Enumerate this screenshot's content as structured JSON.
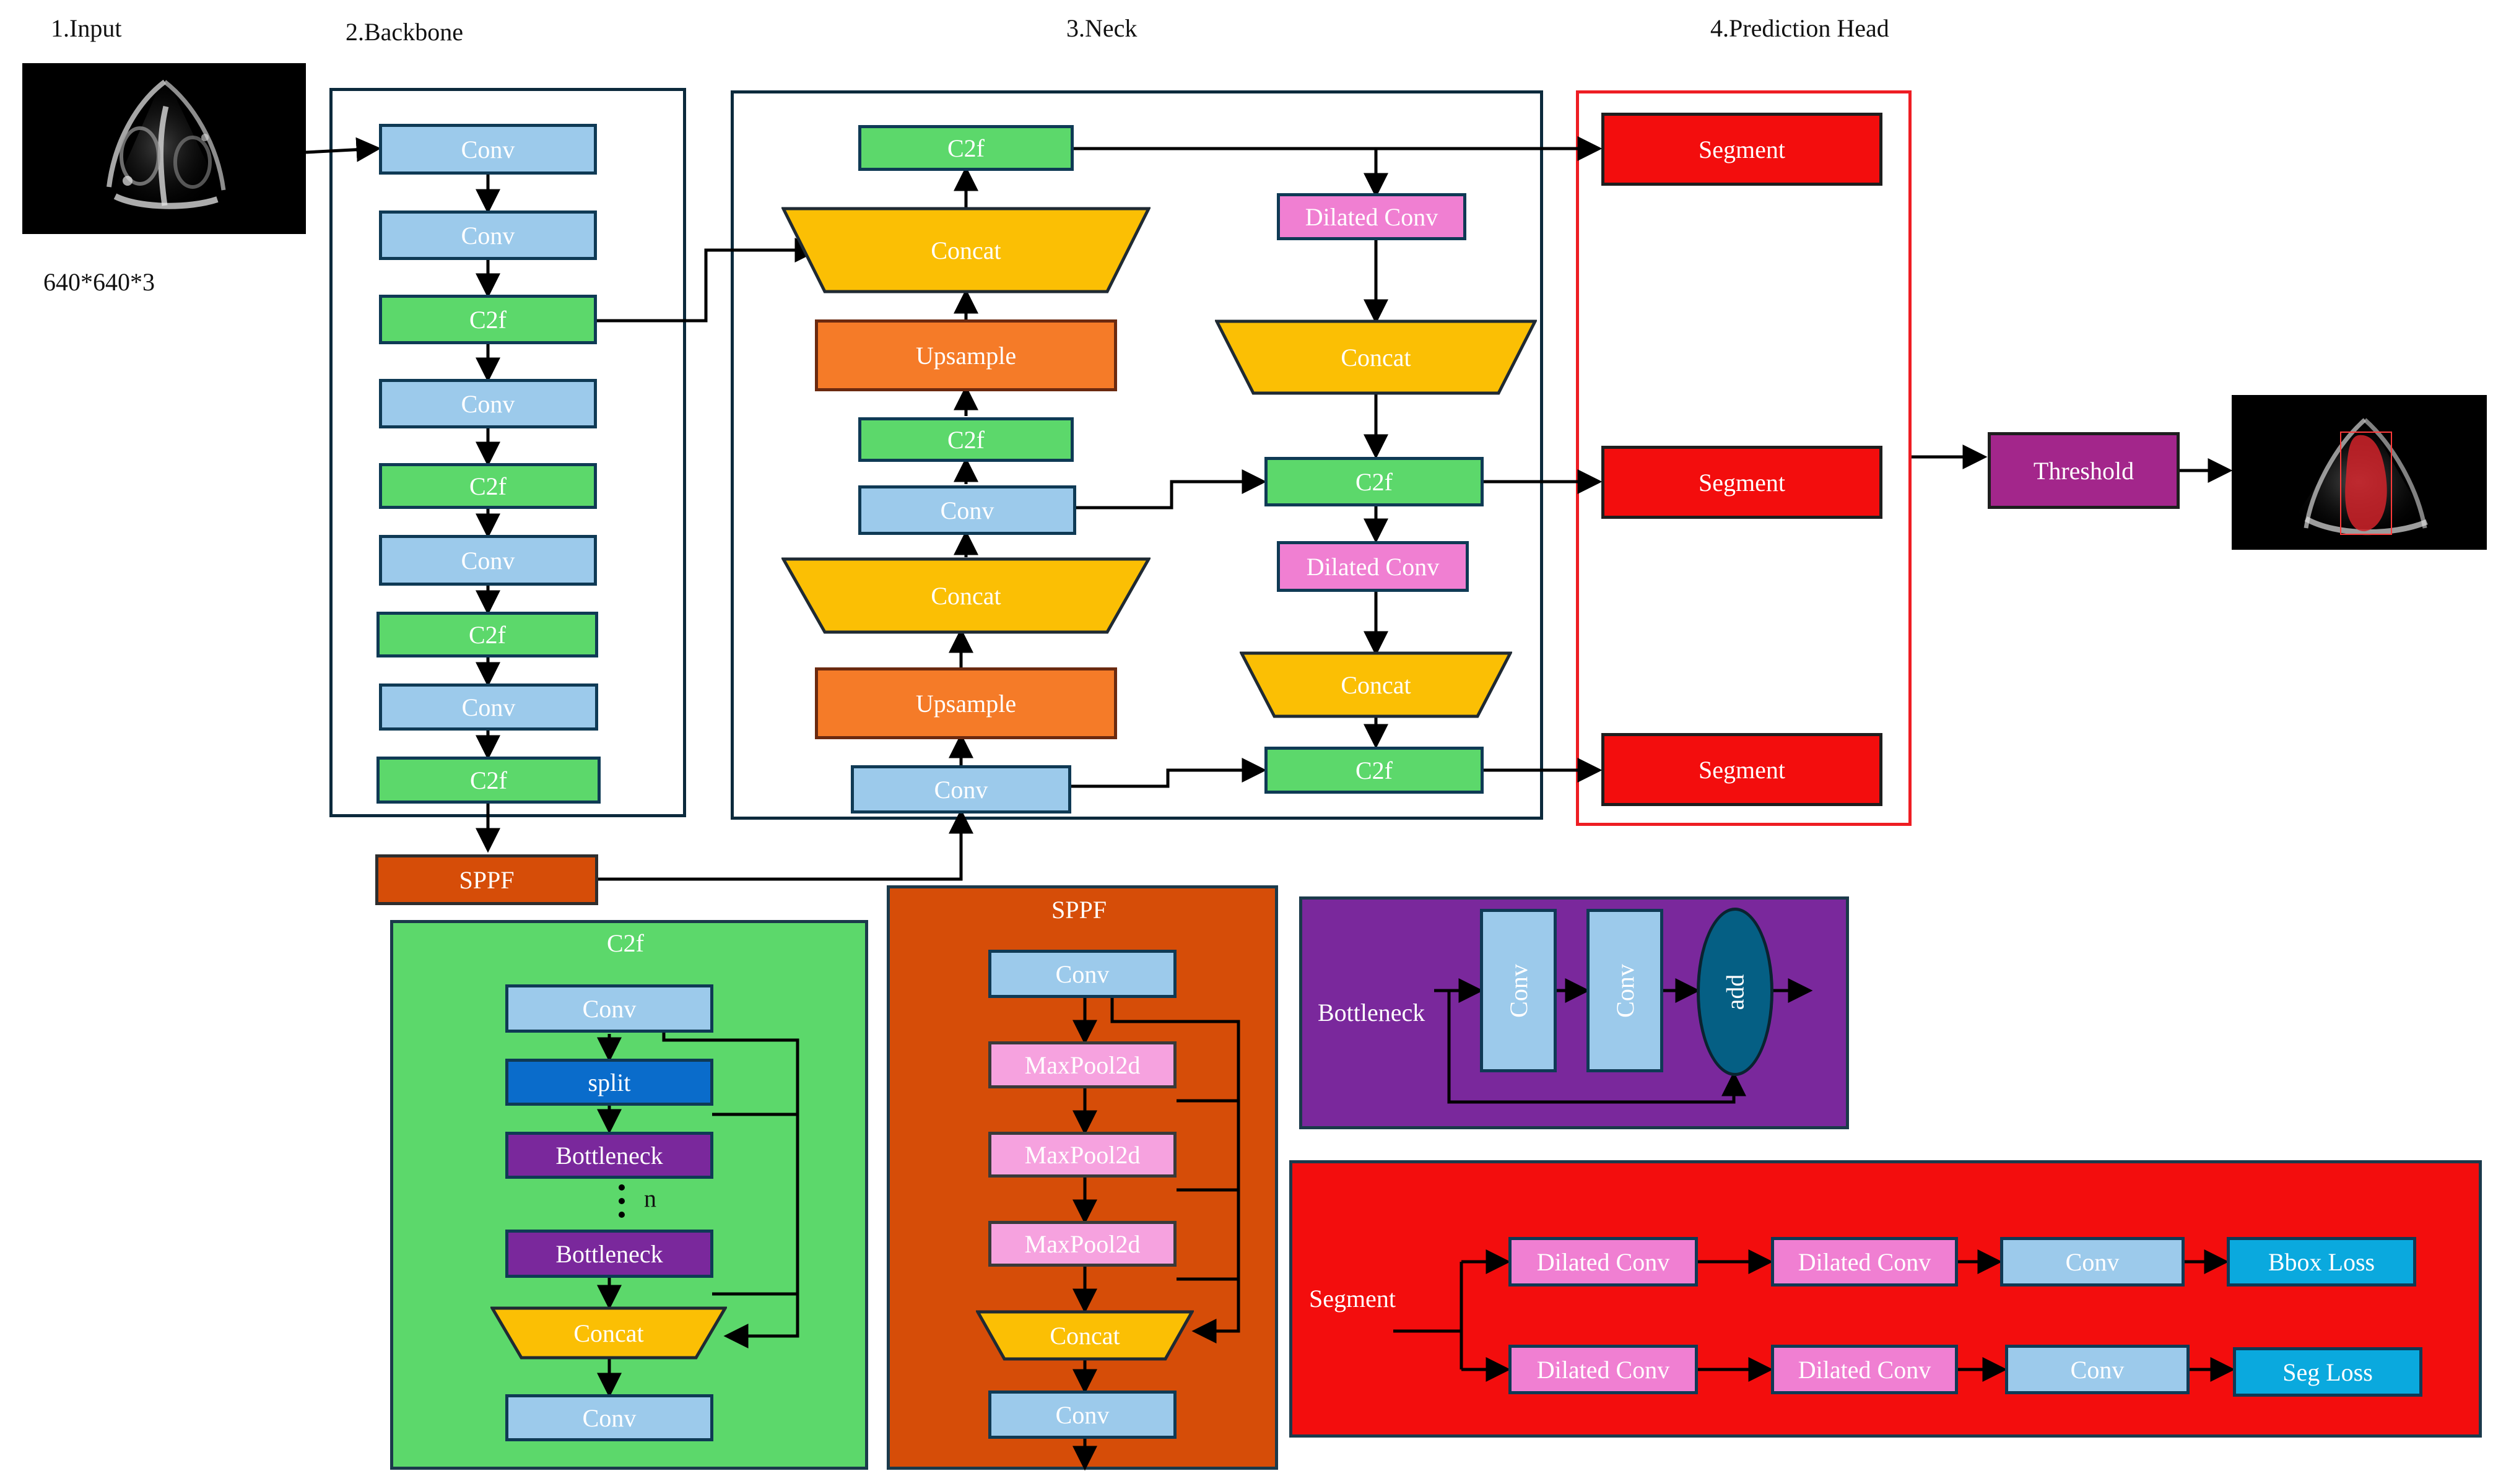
{
  "sections": {
    "input": "1.Input",
    "backbone": "2.Backbone",
    "neck": "3.Neck",
    "head": "4.Prediction Head"
  },
  "input_size": "640*640*3",
  "backbone": {
    "layers": [
      "Conv",
      "Conv",
      "C2f",
      "Conv",
      "C2f",
      "Conv",
      "C2f",
      "Conv",
      "C2f"
    ],
    "sppf": "SPPF"
  },
  "neck": {
    "top_c2f": "C2f",
    "concat_1": "Concat",
    "upsample_1": "Upsample",
    "c2f_mid": "C2f",
    "conv_mid": "Conv",
    "concat_2": "Concat",
    "upsample_2": "Upsample",
    "conv_bottom": "Conv",
    "dilated_conv_1": "Dilated Conv",
    "concat_3": "Concat",
    "c2f_right_mid": "C2f",
    "dilated_conv_2": "Dilated Conv",
    "concat_4": "Concat",
    "c2f_right_bottom": "C2f"
  },
  "head": {
    "segments": [
      "Segment",
      "Segment",
      "Segment"
    ],
    "threshold": "Threshold"
  },
  "c2f_module": {
    "title": "C2f",
    "conv_top": "Conv",
    "split": "split",
    "bottleneck_1": "Bottleneck",
    "repeat": "n",
    "bottleneck_2": "Bottleneck",
    "concat": "Concat",
    "conv_bottom": "Conv"
  },
  "sppf_module": {
    "title": "SPPF",
    "conv_top": "Conv",
    "maxpools": [
      "MaxPool2d",
      "MaxPool2d",
      "MaxPool2d"
    ],
    "concat": "Concat",
    "conv_bottom": "Conv"
  },
  "bottleneck_module": {
    "title": "Bottleneck",
    "conv_1": "Conv",
    "conv_2": "Conv",
    "add": "add"
  },
  "segment_module": {
    "title": "Segment",
    "row_1": [
      "Dilated Conv",
      "Dilated Conv",
      "Conv",
      "Bbox Loss"
    ],
    "row_2": [
      "Dilated Conv",
      "Dilated Conv",
      "Conv",
      "Seg Loss"
    ]
  },
  "colors": {
    "conv": "#9ccaeb",
    "c2f": "#5cd86b",
    "concat": "#fbbf04",
    "upsample": "#f57b28",
    "dilated_conv": "#f07fd2",
    "sppf": "#d64d08",
    "segment": "#f30d0d",
    "threshold": "#a3268b",
    "split": "#0a6ccb",
    "bottleneck": "#7a289c",
    "maxpool": "#f6a2df",
    "loss": "#0aa9de",
    "add": "#055f84",
    "c2f_panel": "#5cd86b",
    "sppf_panel": "#d64d08",
    "bottleneck_panel": "#7a289c",
    "segment_panel": "#f30d0d",
    "head_frame": "#ee1d23"
  }
}
